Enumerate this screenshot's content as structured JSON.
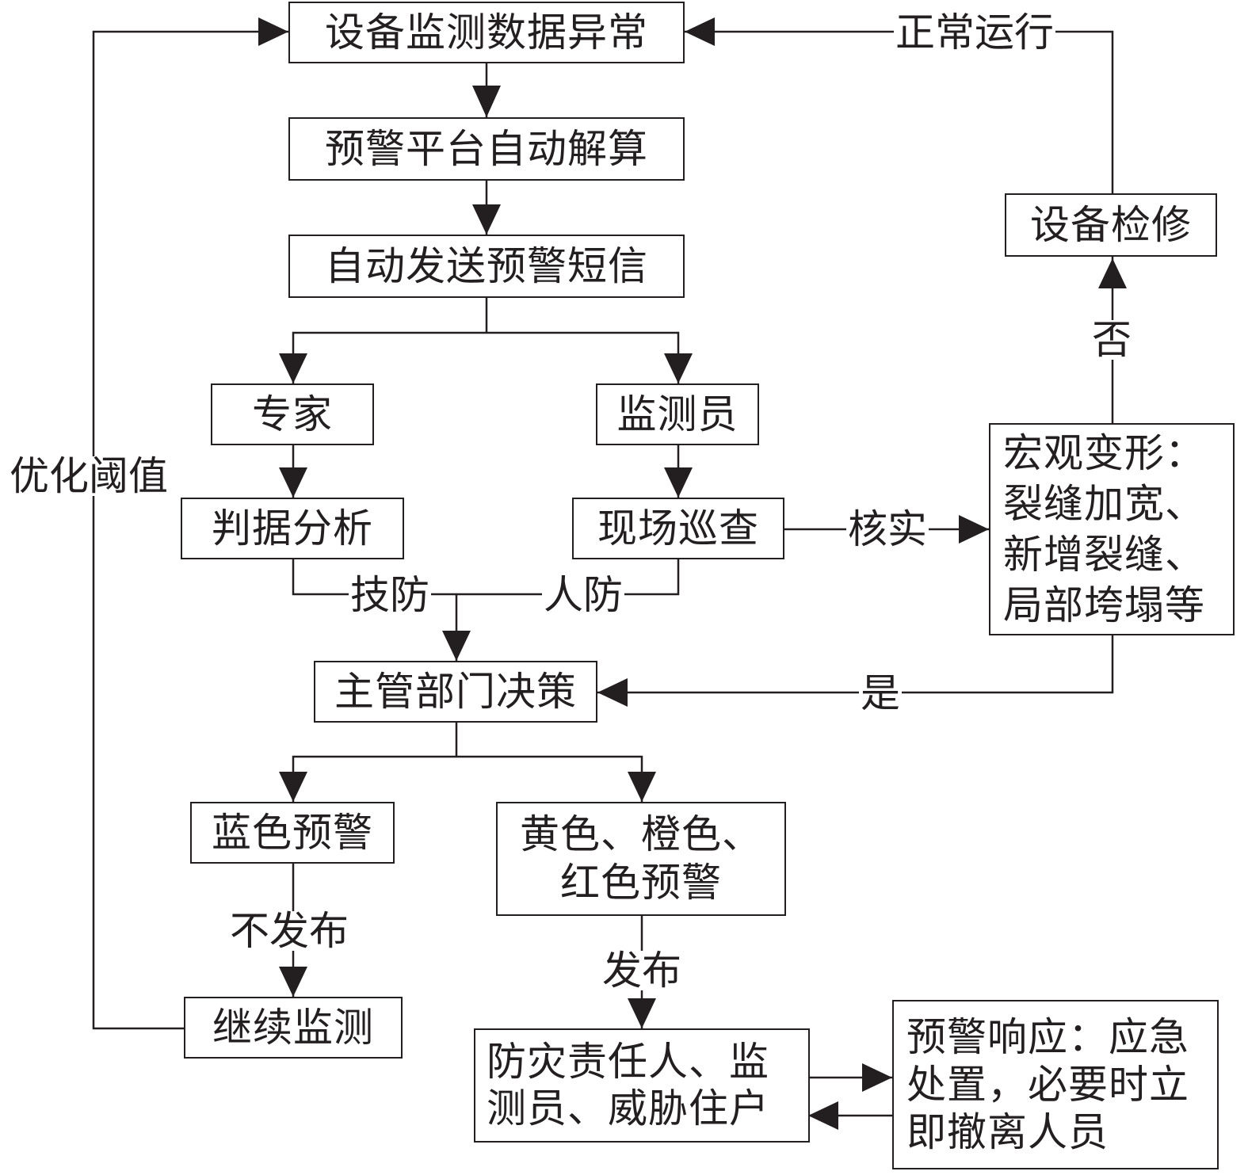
{
  "nodes": {
    "anomaly": "设备监测数据异常",
    "auto_calc": "预警平台自动解算",
    "auto_sms": "自动发送预警短信",
    "expert": "专家",
    "monitor": "监测员",
    "analysis": "判据分析",
    "patrol": "现场巡查",
    "macro_deform": "宏观变形：\n裂缝加宽、\n新增裂缝、\n局部垮塌等",
    "repair": "设备检修",
    "decision": "主管部门决策",
    "blue": "蓝色预警",
    "ybr": "黄色、橙色、\n红色预警",
    "continue": "继续监测",
    "notify": "防灾责任人、监\n测员、威胁住户",
    "response": "预警响应：应急\n处置，必要时立\n即撤离人员"
  },
  "edge_labels": {
    "normal_run": "正常运行",
    "optimize_threshold": "优化阈值",
    "verify": "核实",
    "no": "否",
    "yes": "是",
    "tech_defense": "技防",
    "human_defense": "人防",
    "not_publish": "不发布",
    "publish": "发布"
  }
}
